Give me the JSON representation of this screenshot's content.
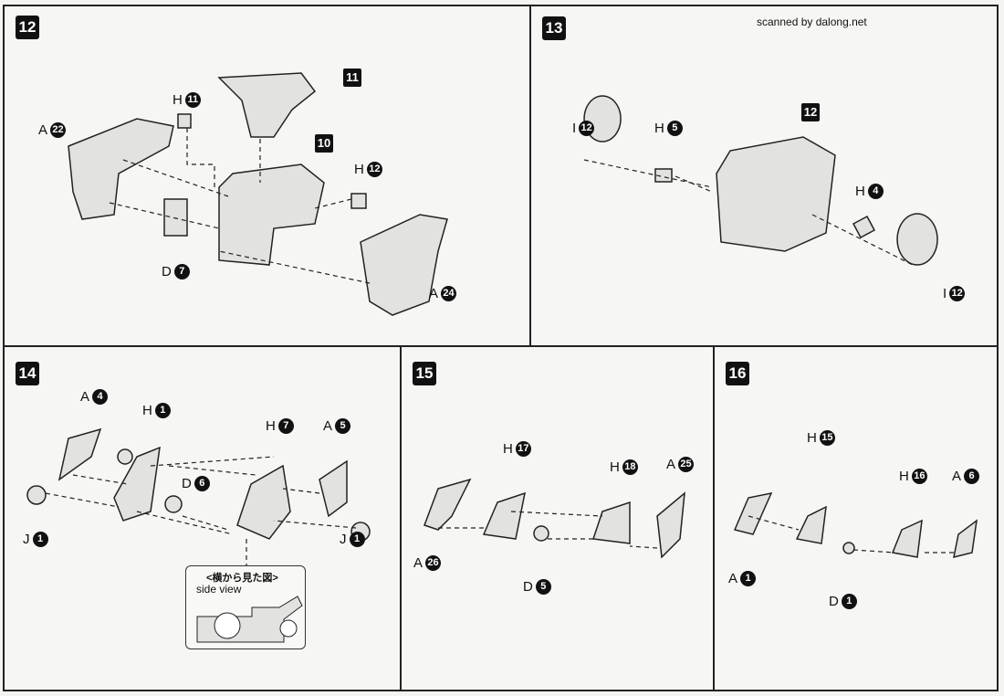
{
  "credit": "scanned by dalong.net",
  "steps": [
    "12",
    "13",
    "14",
    "15",
    "16"
  ],
  "panel12": {
    "callouts": [
      "11",
      "10"
    ],
    "labels": [
      {
        "letter": "A",
        "num": "22"
      },
      {
        "letter": "H",
        "num": "11"
      },
      {
        "letter": "H",
        "num": "12"
      },
      {
        "letter": "D",
        "num": "7"
      },
      {
        "letter": "A",
        "num": "24"
      }
    ]
  },
  "panel13": {
    "callouts": [
      "12"
    ],
    "labels": [
      {
        "letter": "I",
        "num": "12"
      },
      {
        "letter": "H",
        "num": "5"
      },
      {
        "letter": "H",
        "num": "4"
      },
      {
        "letter": "I",
        "num": "12"
      }
    ]
  },
  "panel14": {
    "labels": [
      {
        "letter": "A",
        "num": "4"
      },
      {
        "letter": "H",
        "num": "1"
      },
      {
        "letter": "H",
        "num": "7"
      },
      {
        "letter": "A",
        "num": "5"
      },
      {
        "letter": "D",
        "num": "6"
      },
      {
        "letter": "J",
        "num": "1"
      },
      {
        "letter": "J",
        "num": "1"
      }
    ],
    "side_view": {
      "title_jp": "<横から見た図>",
      "title_en": "side view"
    }
  },
  "panel15": {
    "labels": [
      {
        "letter": "H",
        "num": "17"
      },
      {
        "letter": "H",
        "num": "18"
      },
      {
        "letter": "A",
        "num": "25"
      },
      {
        "letter": "A",
        "num": "26"
      },
      {
        "letter": "D",
        "num": "5"
      }
    ]
  },
  "panel16": {
    "labels": [
      {
        "letter": "H",
        "num": "15"
      },
      {
        "letter": "H",
        "num": "16"
      },
      {
        "letter": "A",
        "num": "6"
      },
      {
        "letter": "A",
        "num": "1"
      },
      {
        "letter": "D",
        "num": "1"
      }
    ]
  }
}
